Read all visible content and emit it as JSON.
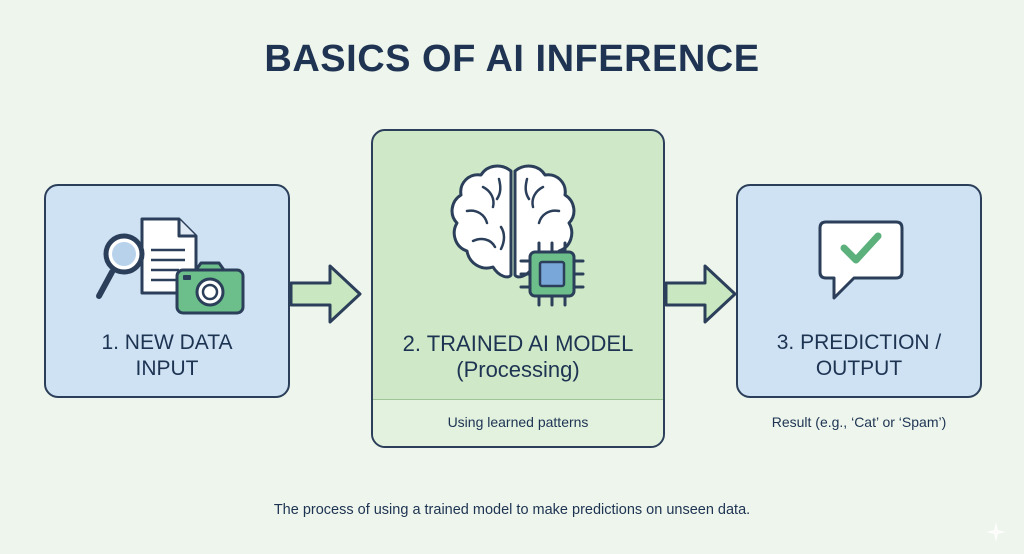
{
  "title": "BASICS OF AI INFERENCE",
  "steps": [
    {
      "label_line1": "1. NEW DATA",
      "label_line2": "INPUT"
    },
    {
      "label_line1": "2. TRAINED AI MODEL",
      "label_line2": "(Processing)",
      "subtext": "Using learned patterns"
    },
    {
      "label_line1": "3. PREDICTION /",
      "label_line2": "OUTPUT",
      "caption": "Result (e.g., ‘Cat’ or ‘Spam’)"
    }
  ],
  "footer": "The process of using a trained model to make predictions on unseen data.",
  "colors": {
    "title": "#1f3452",
    "outline": "#2b3f5a",
    "blue_card": "#cfe2f3",
    "green_card": "#cfe8c8",
    "icon_green": "#6cbf8a",
    "arrow_fill": "#c9e7c0",
    "background": "#eef5ec"
  },
  "icons": [
    "magnifier-icon",
    "document-icon",
    "camera-icon",
    "brain-icon",
    "chip-icon",
    "chat-bubble-icon",
    "checkmark-icon",
    "right-arrow-icon"
  ]
}
